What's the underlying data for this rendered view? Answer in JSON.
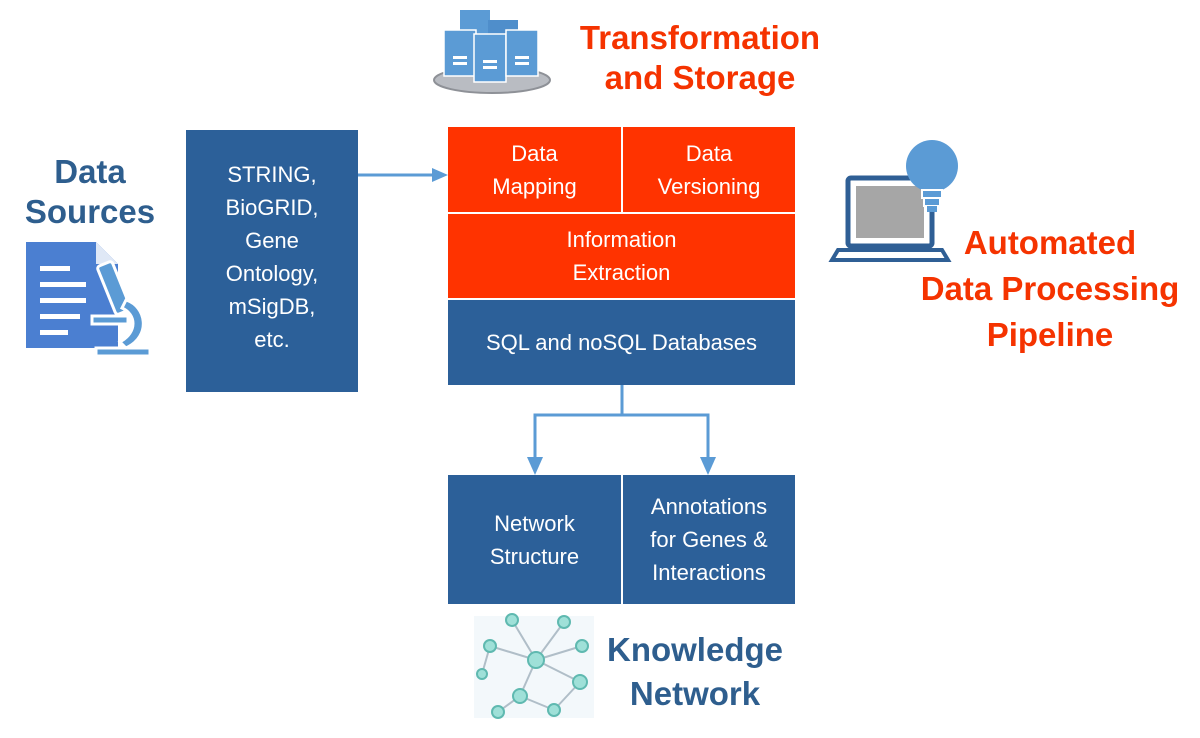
{
  "headings": {
    "transformation": "Transformation\nand Storage",
    "data_sources": "Data\nSources",
    "automated": "Automated\nData Processing\nPipeline",
    "knowledge": "Knowledge\nNetwork"
  },
  "boxes": {
    "sources_list": "STRING,\nBioGRID,\nGene\nOntology,\nmSigDB,\netc.",
    "data_mapping": "Data\nMapping",
    "data_versioning": "Data\nVersioning",
    "information_extraction": "Information\nExtraction",
    "databases": "SQL and noSQL Databases",
    "network_structure": "Network\nStructure",
    "annotations": "Annotations\nfor Genes &\nInteractions"
  },
  "colors": {
    "blue_box": "#2c6099",
    "red_box": "#ff3300",
    "blue_heading": "#2e5e8e",
    "red_heading": "#f53300",
    "arrow": "#5b9bd5"
  },
  "icons": [
    "server-stack-icon",
    "document-microscope-icon",
    "laptop-lightbulb-icon",
    "network-graph-icon"
  ]
}
